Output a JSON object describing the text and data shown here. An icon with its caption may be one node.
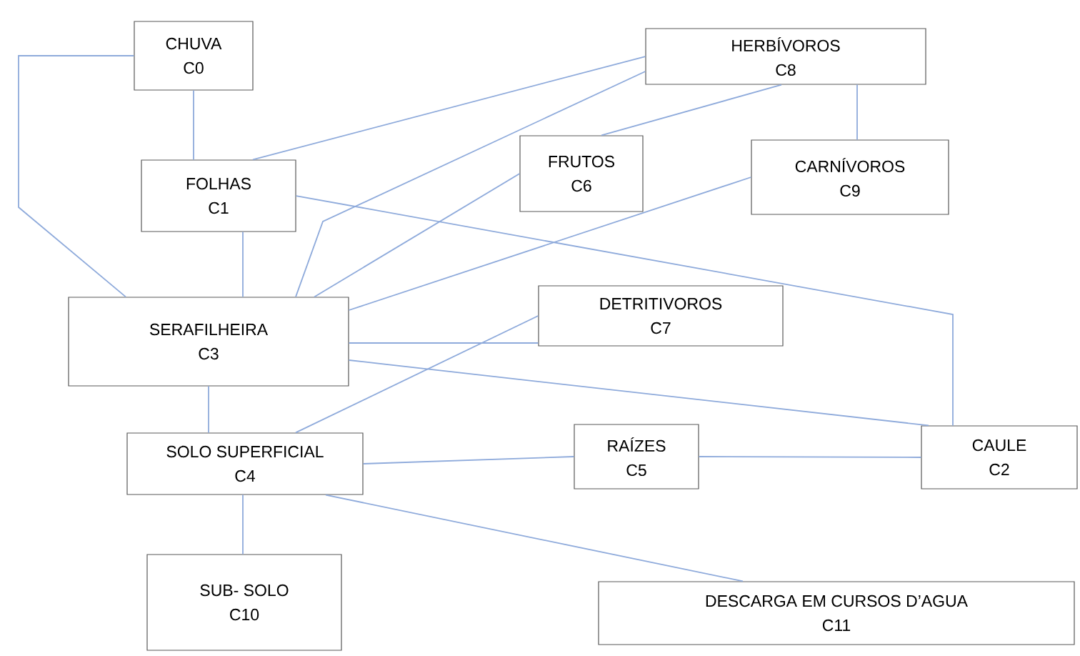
{
  "diagram": {
    "nodes": [
      {
        "text": [
          "CHUVA",
          "C0"
        ]
      },
      {
        "text": [
          "FOLHAS",
          "C1"
        ]
      },
      {
        "text": [
          "CAULE",
          "C2"
        ]
      },
      {
        "text": [
          "SERAFILHEIRA",
          "C3"
        ]
      },
      {
        "text": [
          "SOLO SUPERFICIAL",
          "C4"
        ]
      },
      {
        "text": [
          "RAÍZES",
          "C5"
        ]
      },
      {
        "text": [
          "FRUTOS",
          "C6"
        ]
      },
      {
        "text": [
          "DETRITIVOROS",
          "C7"
        ]
      },
      {
        "text": [
          "HERBÍVOROS",
          "C8"
        ]
      },
      {
        "text": [
          "CARNÍVOROS",
          "C9"
        ]
      },
      {
        "text": [
          "SUB- SOLO",
          "C10"
        ]
      },
      {
        "text": [
          "DESCARGA EM CURSOS D’AGUA",
          "C11"
        ]
      }
    ],
    "edges": [
      {
        "from": 0,
        "to": 1,
        "arrow": "none"
      },
      {
        "from": 0,
        "to": 3,
        "arrow": "none"
      },
      {
        "from": 1,
        "to": 3,
        "arrow": "none"
      },
      {
        "from": 1,
        "to": 8,
        "arrow": "none"
      },
      {
        "from": 8,
        "to": 3,
        "arrow": "none"
      },
      {
        "from": 6,
        "to": 3,
        "arrow": "none"
      },
      {
        "from": 8,
        "to": 6,
        "arrow": "none"
      },
      {
        "from": 8,
        "to": 9,
        "arrow": "none"
      },
      {
        "from": 9,
        "to": 3,
        "arrow": "none"
      },
      {
        "from": 1,
        "to": 2,
        "arrow": "none"
      },
      {
        "from": 3,
        "to": 7,
        "arrow": "none"
      },
      {
        "from": 7,
        "to": 4,
        "arrow": "none"
      },
      {
        "from": 3,
        "to": 2,
        "arrow": "none"
      },
      {
        "from": 3,
        "to": 4,
        "arrow": "none"
      },
      {
        "from": 4,
        "to": 5,
        "arrow": "none"
      },
      {
        "from": 5,
        "to": 2,
        "arrow": "none"
      },
      {
        "from": 4,
        "to": 10,
        "arrow": "none"
      },
      {
        "from": 4,
        "to": 11,
        "arrow": "none"
      }
    ]
  }
}
